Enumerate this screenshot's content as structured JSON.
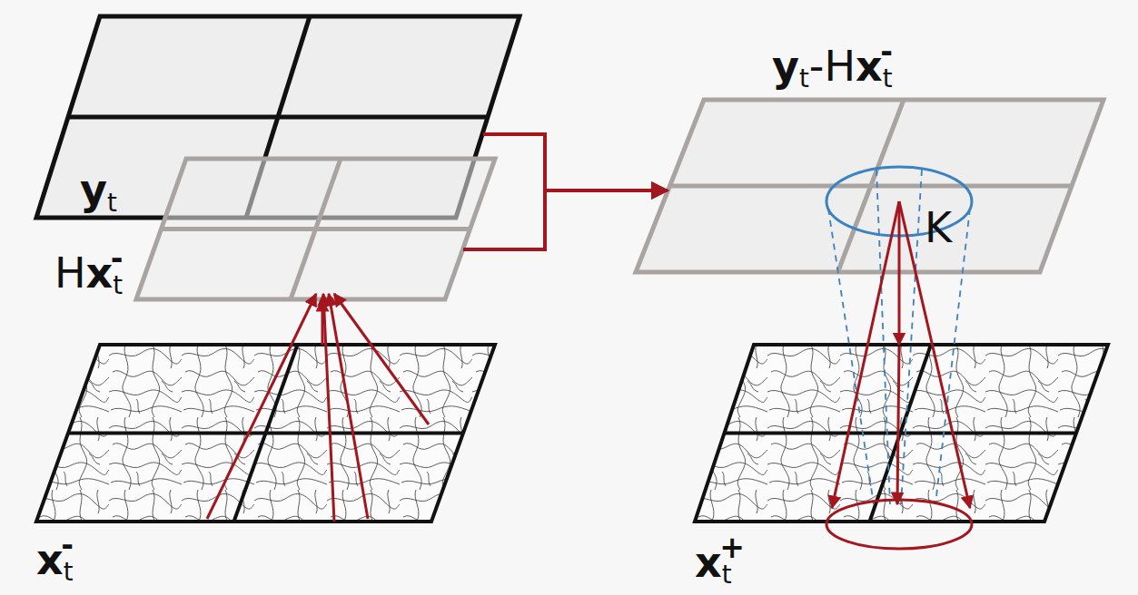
{
  "diagram": {
    "nodes": [
      {
        "text": [
          "yt"
        ]
      },
      {
        "text": [
          "Hxt-"
        ]
      },
      {
        "text": [
          "xt-"
        ]
      },
      {
        "text": [
          "yt-Hxt-"
        ]
      },
      {
        "text": [
          "xt+"
        ]
      }
    ],
    "edges": [
      {
        "from": 2,
        "to": 1,
        "arrow": "to"
      },
      {
        "from": 0,
        "to": 3,
        "arrow": "to"
      },
      {
        "from": 1,
        "to": 3,
        "arrow": "to"
      },
      {
        "from": 3,
        "to": 4,
        "label": "K",
        "arrow": "to"
      }
    ]
  }
}
